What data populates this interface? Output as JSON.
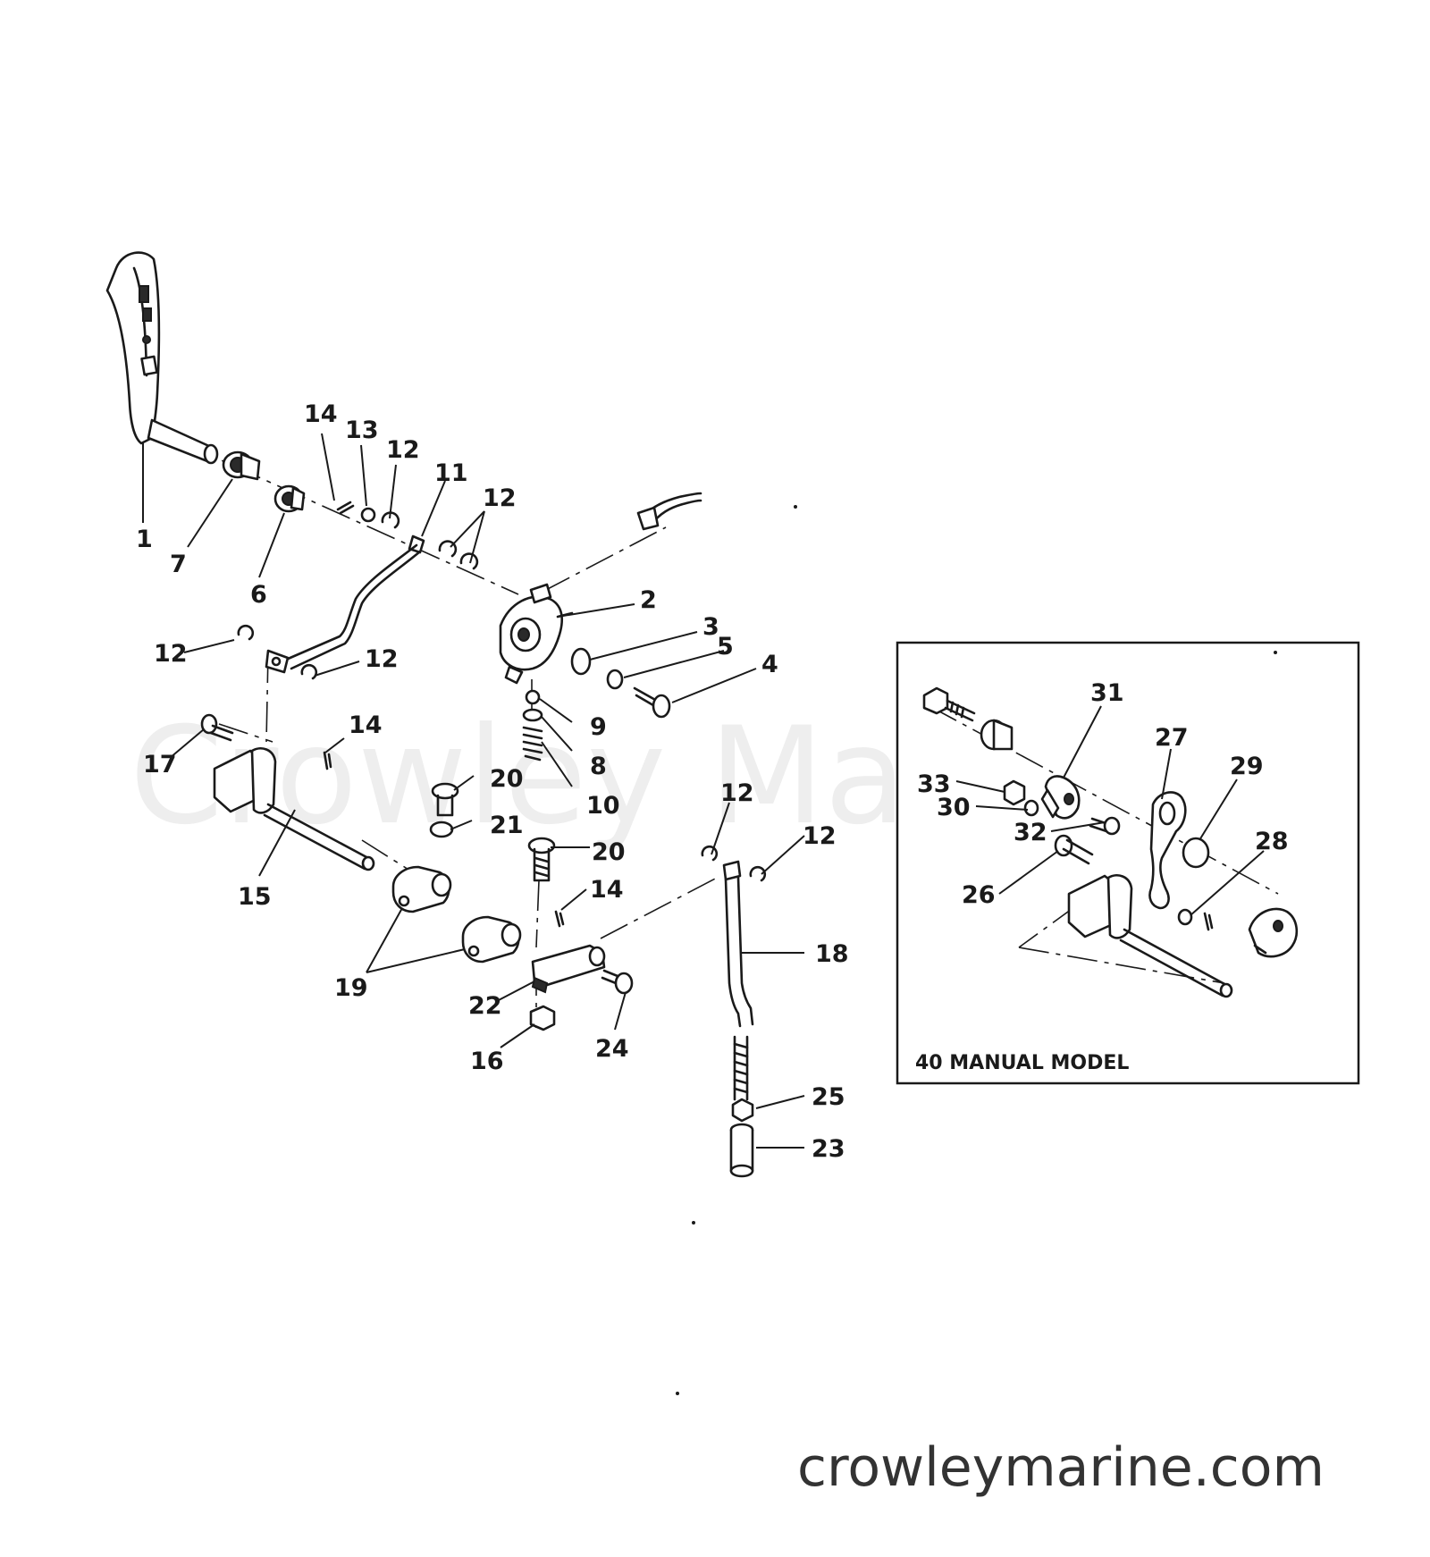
{
  "watermark": "Crowley Marine",
  "footer_text": "crowleymarine.com",
  "inset_title": "40 MANUAL MODEL",
  "callouts": {
    "n1": "1",
    "n2": "2",
    "n3": "3",
    "n4": "4",
    "n5": "5",
    "n6": "6",
    "n7": "7",
    "n8": "8",
    "n9": "9",
    "n10": "10",
    "n11": "11",
    "n12a": "12",
    "n12b": "12",
    "n12c": "12",
    "n12d": "12",
    "n12e": "12",
    "n12f": "12",
    "n13": "13",
    "n14a": "14",
    "n14b": "14",
    "n14c": "14",
    "n15": "15",
    "n16": "16",
    "n17": "17",
    "n18": "18",
    "n19": "19",
    "n20a": "20",
    "n20b": "20",
    "n21": "21",
    "n22": "22",
    "n23": "23",
    "n24": "24",
    "n25": "25",
    "n26": "26",
    "n27": "27",
    "n28": "28",
    "n29": "29",
    "n30": "30",
    "n31": "31",
    "n32": "32",
    "n33": "33"
  }
}
